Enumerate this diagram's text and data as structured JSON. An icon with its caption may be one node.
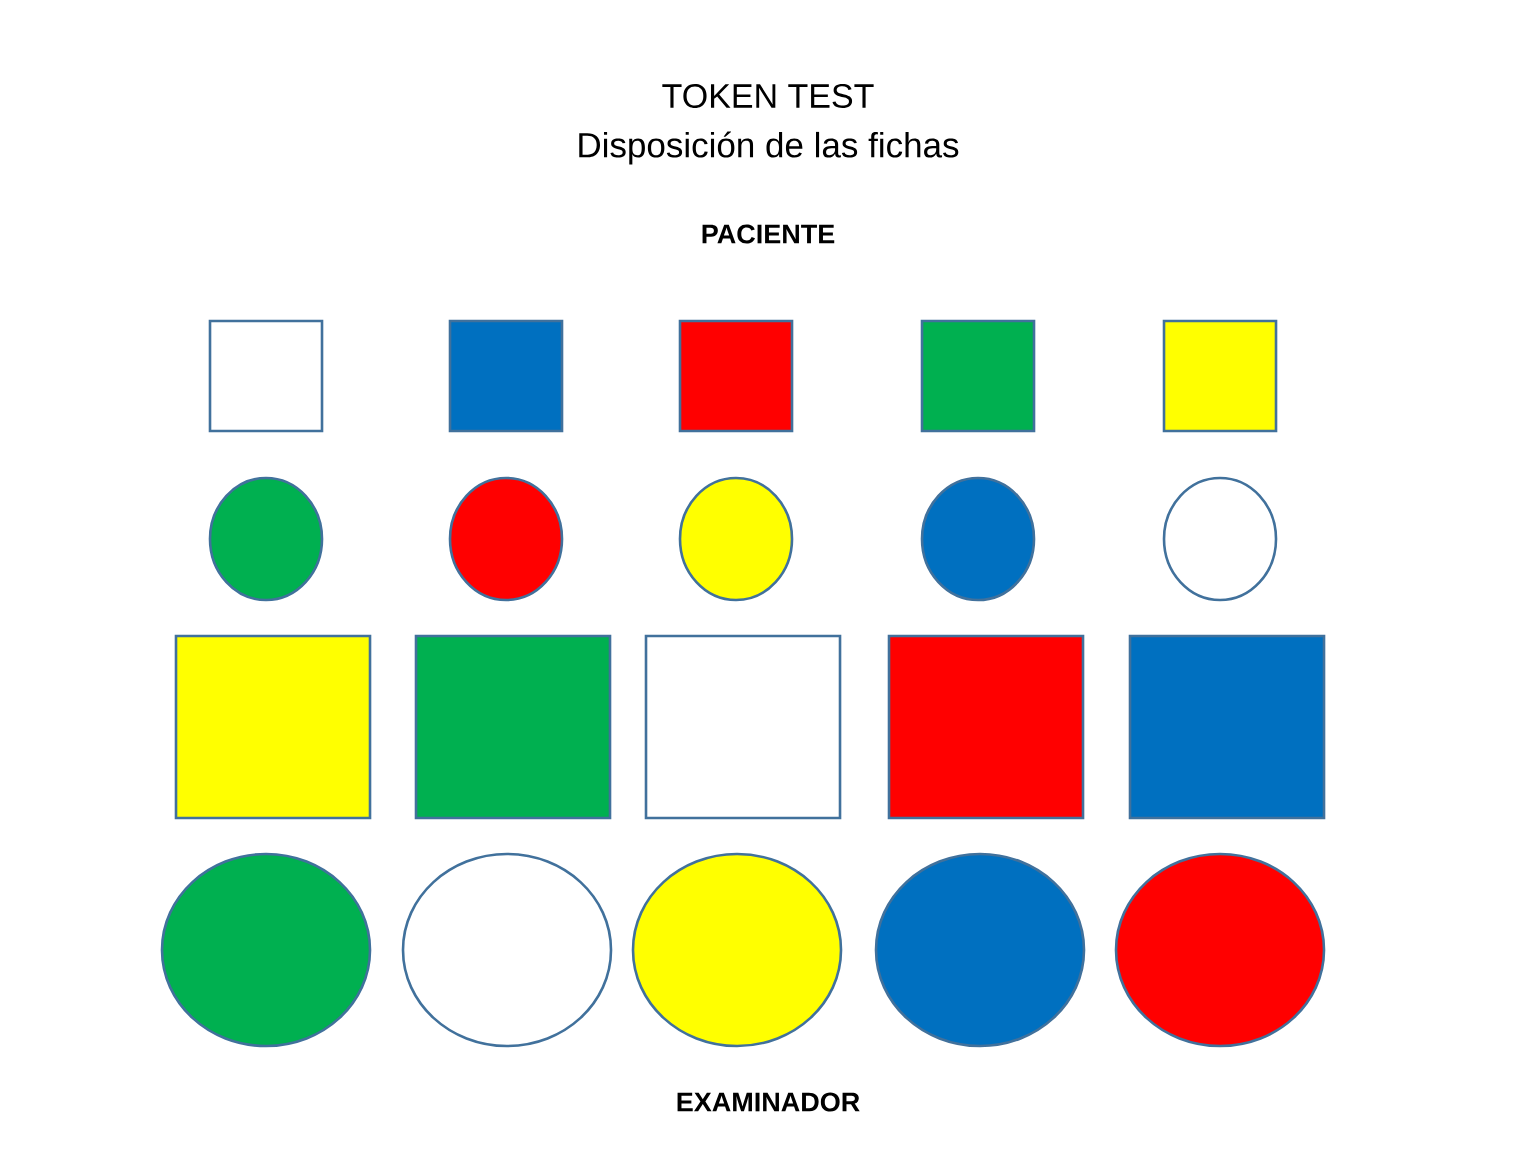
{
  "diagram": {
    "title": "TOKEN TEST",
    "nodes": [
      {
        "text": [],
        "shape": "box"
      },
      {
        "text": [],
        "shape": "box"
      },
      {
        "text": [],
        "shape": "box"
      },
      {
        "text": [],
        "shape": "box"
      },
      {
        "text": [],
        "shape": "box"
      },
      {
        "text": [],
        "shape": "circle"
      },
      {
        "text": [],
        "shape": "circle"
      },
      {
        "text": [],
        "shape": "circle"
      },
      {
        "text": [],
        "shape": "circle"
      },
      {
        "text": [],
        "shape": "circle"
      },
      {
        "text": [],
        "shape": "box"
      },
      {
        "text": [],
        "shape": "box"
      },
      {
        "text": [],
        "shape": "box"
      },
      {
        "text": [],
        "shape": "box"
      },
      {
        "text": [],
        "shape": "box"
      },
      {
        "text": [],
        "shape": "circle"
      },
      {
        "text": [],
        "shape": "circle"
      },
      {
        "text": [],
        "shape": "circle"
      },
      {
        "text": [],
        "shape": "circle"
      },
      {
        "text": [],
        "shape": "circle"
      }
    ],
    "labels": [
      "Disposición de las fichas",
      "PACIENTE",
      "EXAMINADOR"
    ]
  }
}
